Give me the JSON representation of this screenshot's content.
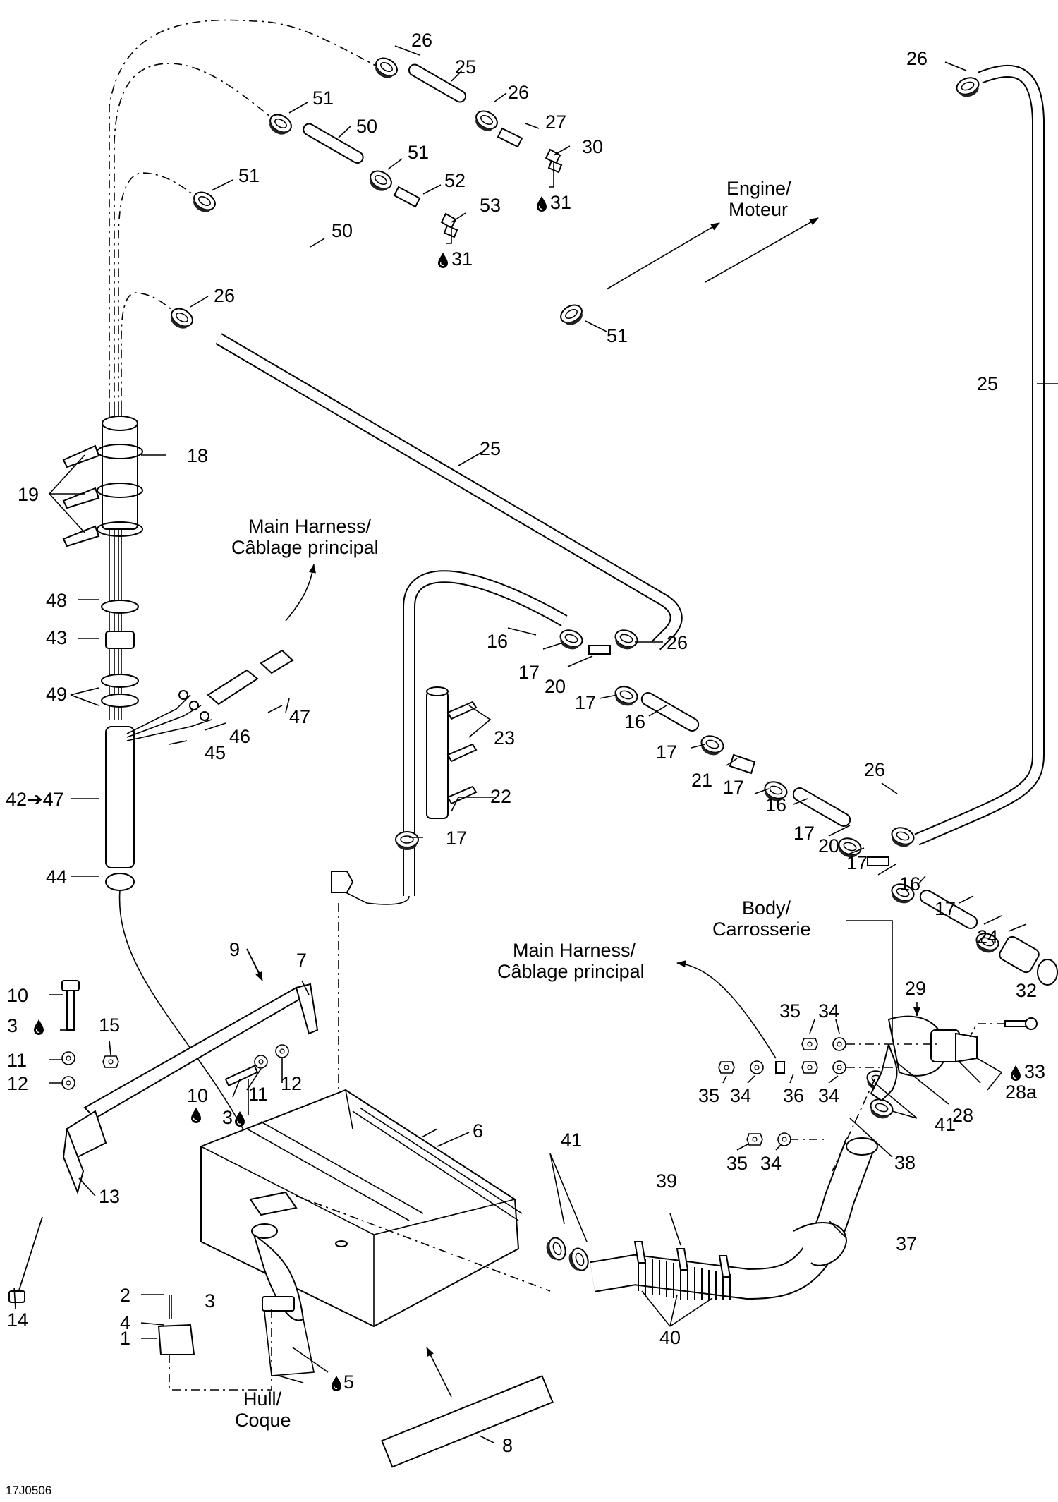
{
  "figure_code": "17J0506",
  "callouts": {
    "c26a": "26",
    "c25a": "25",
    "c26b": "26",
    "c27": "27",
    "c30": "30",
    "c31a": "31",
    "c51a": "51",
    "c50a": "50",
    "c51b": "51",
    "c52": "52",
    "c53": "53",
    "c31b": "31",
    "c51c": "51",
    "c50b": "50",
    "c26c": "26",
    "c51d": "51",
    "c26d": "26",
    "c25b": "25",
    "c25c": "25",
    "c18": "18",
    "c19": "19",
    "c48": "48",
    "c43": "43",
    "c49": "49",
    "c47a": "47",
    "c46": "46",
    "c45": "45",
    "c42_47": "42➔47",
    "c44": "44",
    "c16a": "16",
    "c17a": "17",
    "c20a": "20",
    "c26e": "26",
    "c17b": "17",
    "c16b": "16",
    "c17c": "17",
    "c21": "21",
    "c17d": "17",
    "c16c": "16",
    "c26f": "26",
    "c17e": "17",
    "c20b": "20",
    "c17f": "17",
    "c16d": "16",
    "c17g": "17",
    "c24": "24",
    "c23": "23",
    "c22": "22",
    "c17h": "17",
    "c29": "29",
    "c32": "32",
    "c33": "33",
    "c35a": "35",
    "c34a": "34",
    "c35b": "35",
    "c34b": "34",
    "c36": "36",
    "c34c": "34",
    "c28": "28",
    "c28a": "28a",
    "c41a": "41",
    "c41b": "41",
    "c39": "39",
    "c35c": "35",
    "c34d": "34",
    "c38": "38",
    "c37": "37",
    "c40": "40",
    "c9": "9",
    "c7": "7",
    "c10a": "10",
    "c3a": "3",
    "c15": "15",
    "c11a": "11",
    "c12a": "12",
    "c10b": "10",
    "c11b": "11",
    "c12b": "12",
    "c3b": "3",
    "c6": "6",
    "c13": "13",
    "c14": "14",
    "c2": "2",
    "c3c": "3",
    "c4": "4",
    "c1": "1",
    "c5": "5",
    "c8": "8"
  },
  "location_labels": {
    "engine_line1": "Engine/",
    "engine_line2": "Moteur",
    "harness_top_line1": "Main Harness/",
    "harness_top_line2": "Câblage principal",
    "harness_right_line1": "Main Harness/",
    "harness_right_line2": "Câblage principal",
    "body_line1": "Body/",
    "body_line2": "Carrosserie",
    "hull_line1": "Hull/",
    "hull_line2": "Coque"
  },
  "icons": {
    "fluid": "drop-icon"
  }
}
